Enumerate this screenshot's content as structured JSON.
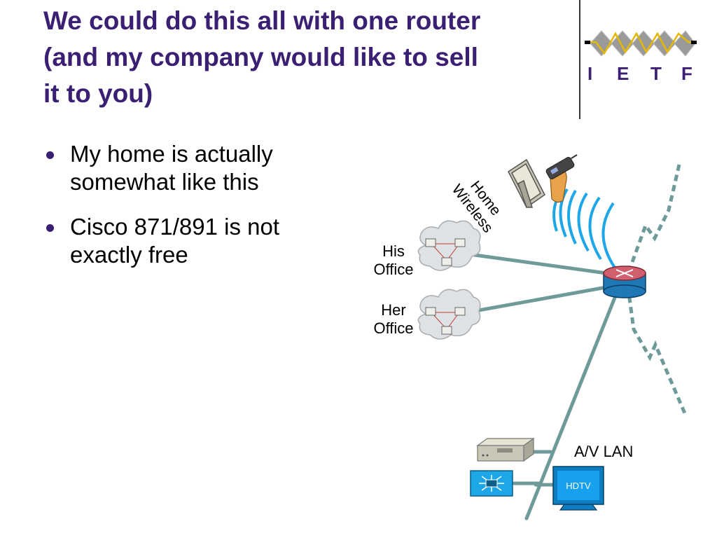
{
  "slide": {
    "title_lines": [
      "We could do this all with one router",
      "(and my company would like to sell",
      "it to you)"
    ],
    "bullets": [
      "My home is actually somewhat like this",
      "Cisco 871/891 is not exactly free"
    ]
  },
  "logo": {
    "letters": [
      "I",
      "E",
      "T",
      "F"
    ]
  },
  "diagram": {
    "labels": {
      "home_wireless_line1": "Home",
      "home_wireless_line2": "Wireless",
      "his_office_line1": "His",
      "his_office_line2": "Office",
      "her_office_line1": "Her",
      "her_office_line2": "Office",
      "av_lan": "A/V LAN",
      "hdtv": "HDTV"
    }
  },
  "colors": {
    "title": "#3b1f73",
    "link": "#6f9a9a",
    "wireless": "#1ea7e8",
    "router": "#1f78b4",
    "cloud": "#dfe2e4",
    "logo_gray": "#9a9a9a",
    "logo_line": "#e5b800"
  },
  "icons": [
    "router-icon",
    "cloud-icon",
    "laptop-icon",
    "phone-icon",
    "settop-box-icon",
    "switch-icon",
    "tv-icon",
    "wireless-waves-icon"
  ]
}
